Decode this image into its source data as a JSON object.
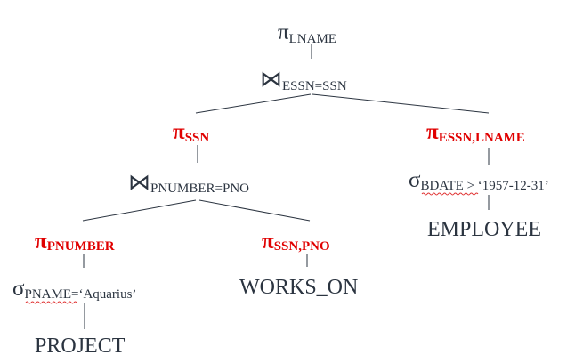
{
  "nodes": {
    "root_projection": {
      "symbol": "π",
      "subscript": "LNAME"
    },
    "top_join": {
      "symbol": "⋈",
      "subscript": "ESSN=SSN"
    },
    "left_projection": {
      "symbol": "π",
      "subscript": "SSN"
    },
    "right_projection": {
      "symbol": "π",
      "subscript": "ESSN,LNAME"
    },
    "left_join": {
      "symbol": "⋈",
      "subscript": "PNUMBER=PNO"
    },
    "bdate_selection": {
      "symbol": "σ",
      "subscript": "BDATE",
      "condition": " > ‘1957-12-31’"
    },
    "pnumber_projection": {
      "symbol": "π",
      "subscript": "PNUMBER"
    },
    "ssn_pno_projection": {
      "symbol": "π",
      "subscript": "SSN,PNO"
    },
    "pname_selection": {
      "symbol": "σ",
      "subscript": "PNAME=‘Aquarius’"
    },
    "employee_relation": {
      "label": "EMPLOYEE"
    },
    "works_on_relation": {
      "label": "WORKS_ON"
    },
    "project_relation": {
      "label": "PROJECT"
    }
  },
  "colors": {
    "text": "#2b3440",
    "highlight": "#e00000"
  }
}
